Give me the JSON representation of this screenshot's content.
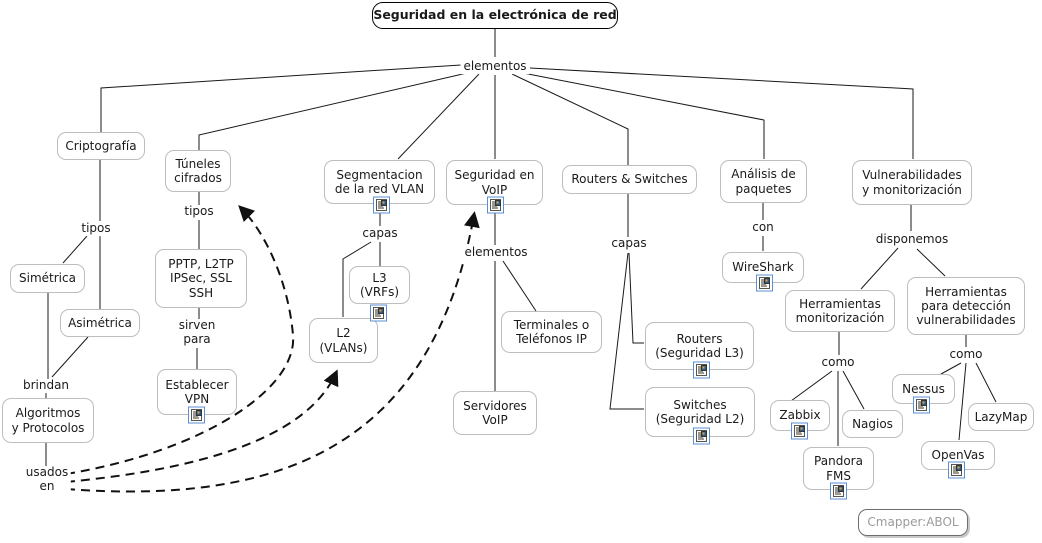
{
  "title": "Seguridad en la electrónica de red",
  "watermark": "Cmapper:ABOL",
  "colors": {
    "node_border": "#bdbdbd",
    "title_border": "#000000",
    "edge_line": "#1a1a1a",
    "dashed_arrow": "#111111",
    "resource_icon_border": "#5b8fd4",
    "watermark_text": "#9b9b9b"
  },
  "nodes": {
    "criptografia": {
      "label": "Criptografía"
    },
    "tuneles": {
      "label": "Túneles\ncifrados"
    },
    "pptp": {
      "label": "PPTP, L2TP\nIPSec, SSL\nSSH"
    },
    "establecer_vpn": {
      "label": "Establecer\nVPN"
    },
    "simetrica": {
      "label": "Simétrica"
    },
    "asimetrica": {
      "label": "Asimétrica"
    },
    "algoritmos": {
      "label": "Algoritmos\ny Protocolos"
    },
    "segmentacion": {
      "label": "Segmentacion\nde la red VLAN"
    },
    "l3_vrfs": {
      "label": "L3\n(VRFs)"
    },
    "l2_vlans": {
      "label": "L2\n(VLANs)"
    },
    "seguridad_voip": {
      "label": "Seguridad en\nVoIP"
    },
    "terminales": {
      "label": "Terminales o\nTeléfonos IP"
    },
    "servidores": {
      "label": "Servidores\nVoIP"
    },
    "routers_switches": {
      "label": "Routers & Switches"
    },
    "routers_l3": {
      "label": "Routers\n(Seguridad L3)"
    },
    "switches_l2": {
      "label": "Switches\n(Seguridad L2)"
    },
    "analisis": {
      "label": "Análisis de\npaquetes"
    },
    "wireshark": {
      "label": "WireShark"
    },
    "vulnerabilidades": {
      "label": "Vulnerabilidades\ny monitorización"
    },
    "herramientas_monitorizacion": {
      "label": "Herramientas\nmonitorización"
    },
    "herramientas_deteccion": {
      "label": "Herramientas\npara detección\nvulnerabilidades"
    },
    "zabbix": {
      "label": "Zabbix"
    },
    "nagios": {
      "label": "Nagios"
    },
    "pandora_fms": {
      "label": "Pandora\nFMS"
    },
    "nessus": {
      "label": "Nessus"
    },
    "lazymap": {
      "label": "LazyMap"
    },
    "openvas": {
      "label": "OpenVas"
    }
  },
  "link_labels": {
    "elementos_root": "elementos",
    "tipos_criptografia": "tipos",
    "tipos_tuneles": "tipos",
    "sirven_para": "sirven\npara",
    "brindan": "brindan",
    "usados_en": "usados\nen",
    "capas_vlan": "capas",
    "capas_routers": "capas",
    "elementos_voip": "elementos",
    "con": "con",
    "disponemos": "disponemos",
    "como_monitorizacion": "como",
    "como_deteccion": "como"
  },
  "icons": {
    "resource_icon": "document-with-image-resource"
  }
}
